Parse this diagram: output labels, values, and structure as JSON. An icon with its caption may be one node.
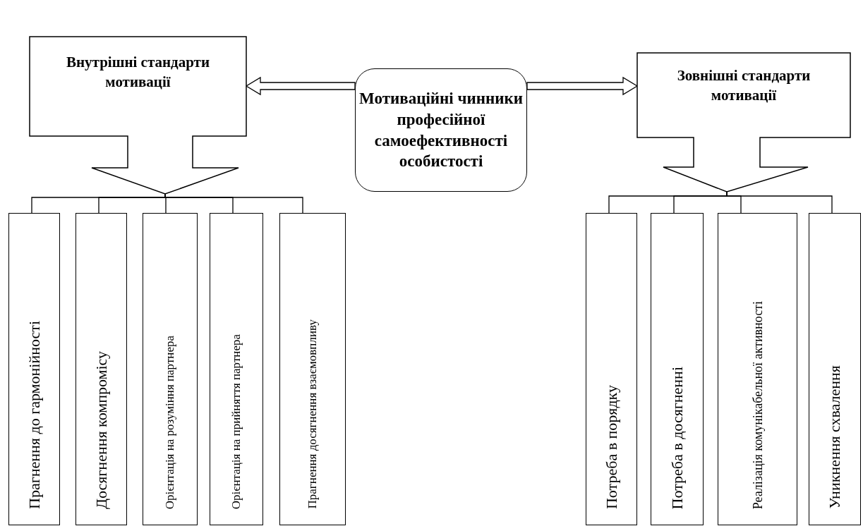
{
  "diagram": {
    "nodes": [
      {
        "text": [
          "Мотиваційні чинники професійної самоефективності особистості"
        ]
      },
      {
        "text": [
          "Внутрішні стандарти мотивації"
        ]
      },
      {
        "text": [
          "Зовнішні стандарти мотивації"
        ]
      },
      {
        "text": [
          "Прагнення до гармонійності"
        ]
      },
      {
        "text": [
          "Досягнення компромісу"
        ]
      },
      {
        "text": [
          "Орієнтація на розуміння партнера"
        ]
      },
      {
        "text": [
          "Орієнтація на прийняття партнера"
        ]
      },
      {
        "text": [
          "Прагнення досягнення взаємовпливу"
        ]
      },
      {
        "text": [
          "Потреба в порядку"
        ]
      },
      {
        "text": [
          "Потреба в досягненні"
        ]
      },
      {
        "text": [
          "Реалізація комунікабельної активності"
        ]
      },
      {
        "text": [
          "Уникнення схвалення"
        ]
      }
    ],
    "edges": [
      {
        "from": 0,
        "to": 1,
        "arrow": "to"
      },
      {
        "from": 0,
        "to": 2,
        "arrow": "to"
      },
      {
        "from": 1,
        "to": 3,
        "arrow": "none"
      },
      {
        "from": 1,
        "to": 4,
        "arrow": "none"
      },
      {
        "from": 1,
        "to": 5,
        "arrow": "none"
      },
      {
        "from": 1,
        "to": 6,
        "arrow": "none"
      },
      {
        "from": 1,
        "to": 7,
        "arrow": "none"
      },
      {
        "from": 2,
        "to": 8,
        "arrow": "none"
      },
      {
        "from": 2,
        "to": 9,
        "arrow": "none"
      },
      {
        "from": 2,
        "to": 10,
        "arrow": "none"
      },
      {
        "from": 2,
        "to": 11,
        "arrow": "none"
      }
    ]
  }
}
